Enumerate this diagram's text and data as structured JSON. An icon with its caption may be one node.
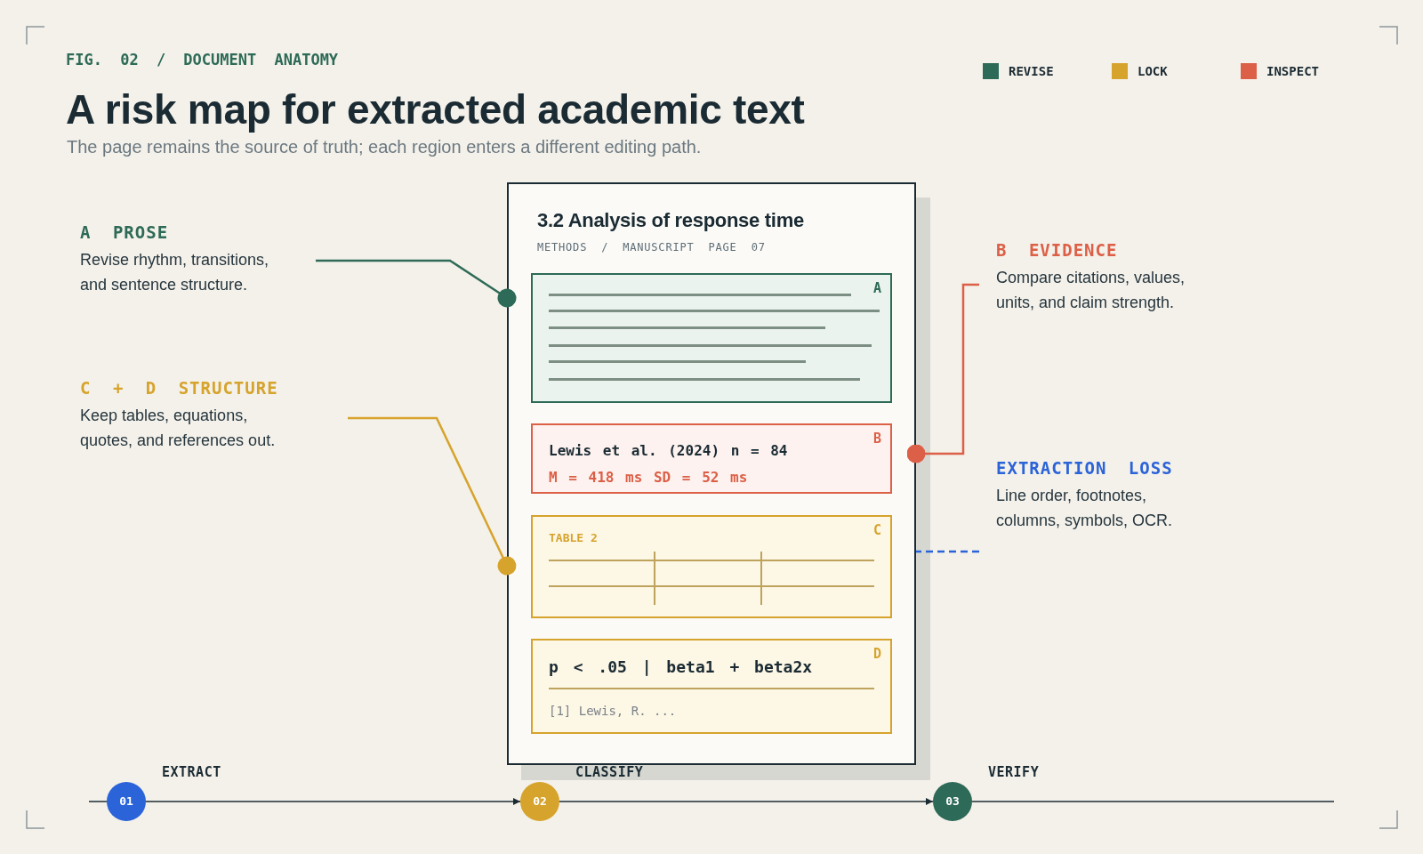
{
  "diagram": {
    "title": "A risk map for extracted academic text",
    "nodes": [
      {
        "text": [
          "A PROSE",
          "Revise rhythm, transitions, and sentence structure."
        ]
      },
      {
        "text": [
          "C + D STRUCTURE",
          "Keep tables, equations, quotes, and references out."
        ]
      },
      {
        "text": [
          "3.2 Analysis of response time",
          "METHODS / MANUSCRIPT PAGE 07"
        ]
      },
      {
        "text": [
          "A"
        ],
        "in": 2
      },
      {
        "text": [
          "B",
          "Lewis et al. (2024) n = 84",
          "M = 418 ms SD = 52 ms"
        ],
        "in": 2
      },
      {
        "text": [
          "C",
          "TABLE 2"
        ],
        "in": 2
      },
      {
        "text": [
          "D",
          "p < .05 | beta1 + beta2x",
          "[1] Lewis, R. ..."
        ],
        "in": 2
      },
      {
        "text": [
          "B EVIDENCE",
          "Compare citations, values, units, and claim strength."
        ]
      },
      {
        "text": [
          "EXTRACTION LOSS",
          "Line order, footnotes, columns, symbols, OCR."
        ]
      },
      {
        "text": [
          "01"
        ],
        "beside": [
          "EXTRACT"
        ]
      },
      {
        "text": [
          "02"
        ],
        "beside": [
          "CLASSIFY"
        ]
      },
      {
        "text": [
          "03"
        ],
        "beside": [
          "VERIFY"
        ]
      }
    ],
    "edges": [
      {
        "from": 0,
        "to": 3,
        "arrow": "other",
        "color": "#2d6a57"
      },
      {
        "from": 1,
        "to": 5,
        "arrow": "other",
        "color": "#d6a32c"
      },
      {
        "from": 7,
        "to": 4,
        "arrow": "other",
        "color": "#dc5f47"
      },
      {
        "from": 8,
        "to": 2,
        "arrow": "none",
        "style": "dashed",
        "color": "#2b63d9"
      },
      {
        "from": null,
        "to": 9,
        "arrow": "none"
      },
      {
        "from": 9,
        "to": 10,
        "arrow": "to"
      },
      {
        "from": 10,
        "to": 11,
        "arrow": "to"
      },
      {
        "from": 11,
        "to": null,
        "arrow": "none"
      }
    ],
    "labels": [
      "FIG. 02 / DOCUMENT ANATOMY",
      "The page remains the source of truth; each region enters a different editing path."
    ],
    "legend": [
      {
        "text": "REVISE",
        "color": "#2d6a57"
      },
      {
        "text": "LOCK",
        "color": "#d6a32c"
      },
      {
        "text": "INSPECT",
        "color": "#dc5f47"
      }
    ]
  }
}
